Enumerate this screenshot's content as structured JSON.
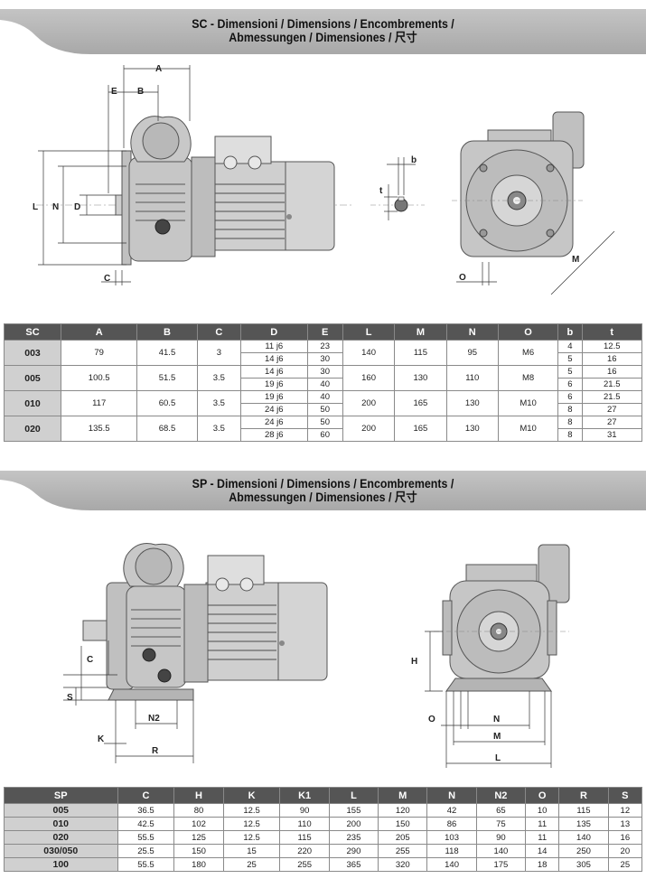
{
  "sc_section": {
    "title_line1": "SC - Dimensioni / Dimensions / Encombrements /",
    "title_line2": "Abmessungen / Dimensiones / 尺寸",
    "drawing_labels": {
      "A": "A",
      "B": "B",
      "E": "E",
      "C": "C",
      "L": "L",
      "N": "N",
      "D": "D",
      "b": "b",
      "t": "t",
      "O": "O",
      "M": "M"
    },
    "table": {
      "headers": [
        "SC",
        "A",
        "B",
        "C",
        "D",
        "E",
        "L",
        "M",
        "N",
        "O",
        "b",
        "t"
      ],
      "groups": [
        {
          "size": "003",
          "A": "79",
          "B": "41.5",
          "C": "3",
          "L": "140",
          "M": "115",
          "N": "95",
          "O": "M6",
          "rows": [
            {
              "D": "11 j6",
              "E": "23",
              "b": "4",
              "t": "12.5"
            },
            {
              "D": "14 j6",
              "E": "30",
              "b": "5",
              "t": "16"
            }
          ]
        },
        {
          "size": "005",
          "A": "100.5",
          "B": "51.5",
          "C": "3.5",
          "L": "160",
          "M": "130",
          "N": "110",
          "O": "M8",
          "rows": [
            {
              "D": "14 j6",
              "E": "30",
              "b": "5",
              "t": "16"
            },
            {
              "D": "19 j6",
              "E": "40",
              "b": "6",
              "t": "21.5"
            }
          ]
        },
        {
          "size": "010",
          "A": "117",
          "B": "60.5",
          "C": "3.5",
          "L": "200",
          "M": "165",
          "N": "130",
          "O": "M10",
          "rows": [
            {
              "D": "19 j6",
              "E": "40",
              "b": "6",
              "t": "21.5"
            },
            {
              "D": "24 j6",
              "E": "50",
              "b": "8",
              "t": "27"
            }
          ]
        },
        {
          "size": "020",
          "A": "135.5",
          "B": "68.5",
          "C": "3.5",
          "L": "200",
          "M": "165",
          "N": "130",
          "O": "M10",
          "rows": [
            {
              "D": "24 j6",
              "E": "50",
              "b": "8",
              "t": "27"
            },
            {
              "D": "28 j6",
              "E": "60",
              "b": "8",
              "t": "31"
            }
          ]
        }
      ]
    }
  },
  "sp_section": {
    "title_line1": "SP - Dimensioni / Dimensions / Encombrements /",
    "title_line2": "Abmessungen / Dimensiones / 尺寸",
    "drawing_labels": {
      "C": "C",
      "S": "S",
      "N2": "N2",
      "K": "K",
      "R": "R",
      "H": "H",
      "O": "O",
      "N": "N",
      "M": "M",
      "L": "L"
    },
    "table": {
      "headers": [
        "SP",
        "C",
        "H",
        "K",
        "K1",
        "L",
        "M",
        "N",
        "N2",
        "O",
        "R",
        "S"
      ],
      "rows": [
        [
          "005",
          "36.5",
          "80",
          "12.5",
          "90",
          "155",
          "120",
          "42",
          "65",
          "10",
          "115",
          "12"
        ],
        [
          "010",
          "42.5",
          "102",
          "12.5",
          "110",
          "200",
          "150",
          "86",
          "75",
          "11",
          "135",
          "13"
        ],
        [
          "020",
          "55.5",
          "125",
          "12.5",
          "115",
          "235",
          "205",
          "103",
          "90",
          "11",
          "140",
          "16"
        ],
        [
          "030/050",
          "25.5",
          "150",
          "15",
          "220",
          "290",
          "255",
          "118",
          "140",
          "14",
          "250",
          "20"
        ],
        [
          "100",
          "55.5",
          "180",
          "25",
          "255",
          "365",
          "320",
          "140",
          "175",
          "18",
          "305",
          "25"
        ]
      ]
    }
  },
  "colors": {
    "banner": "#b4b4b4",
    "header": "#555555",
    "key_cell": "#d0d0d0",
    "body_metal": "#c8c8c8"
  }
}
